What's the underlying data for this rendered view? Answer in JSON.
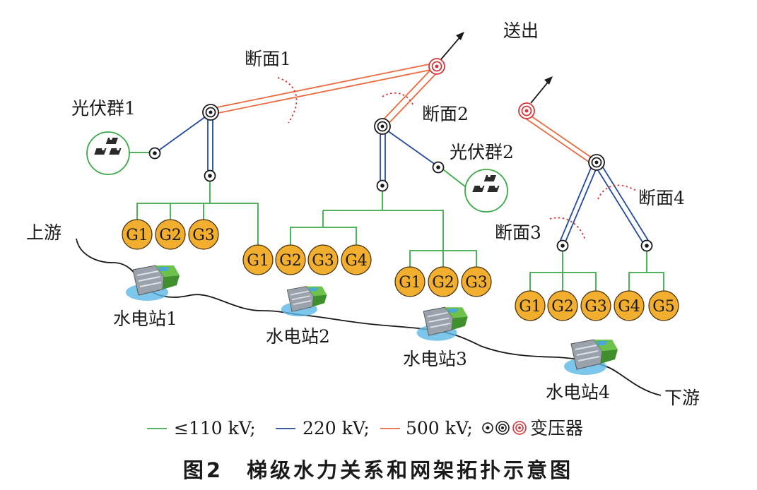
{
  "labels": {
    "send_out": "送出",
    "section1": "断面1",
    "section2": "断面2",
    "section3": "断面3",
    "section4": "断面4",
    "pv_group1": "光伏群1",
    "pv_group2": "光伏群2",
    "upstream": "上游",
    "downstream": "下游",
    "station1": "水电站1",
    "station2": "水电站2",
    "station3": "水电站3",
    "station4": "水电站4"
  },
  "generators": {
    "station1": [
      "G1",
      "G2",
      "G3"
    ],
    "station2": [
      "G1",
      "G2",
      "G3",
      "G4"
    ],
    "station3": [
      "G1",
      "G2",
      "G3"
    ],
    "station4": [
      "G1",
      "G2",
      "G3",
      "G4",
      "G5"
    ]
  },
  "legend": {
    "low_voltage": "≤110 kV;",
    "mid_voltage": "220 kV;",
    "high_voltage": "500 kV;",
    "transformer": "变压器"
  },
  "colors": {
    "line_110kv": "#3aaa47",
    "line_220kv": "#234a9e",
    "line_500kv": "#ea6a3d",
    "transformer_500kv": "#d4363a",
    "generator_fill": "#f2ae2e"
  },
  "caption": "图2　梯级水力关系和网架拓扑示意图"
}
